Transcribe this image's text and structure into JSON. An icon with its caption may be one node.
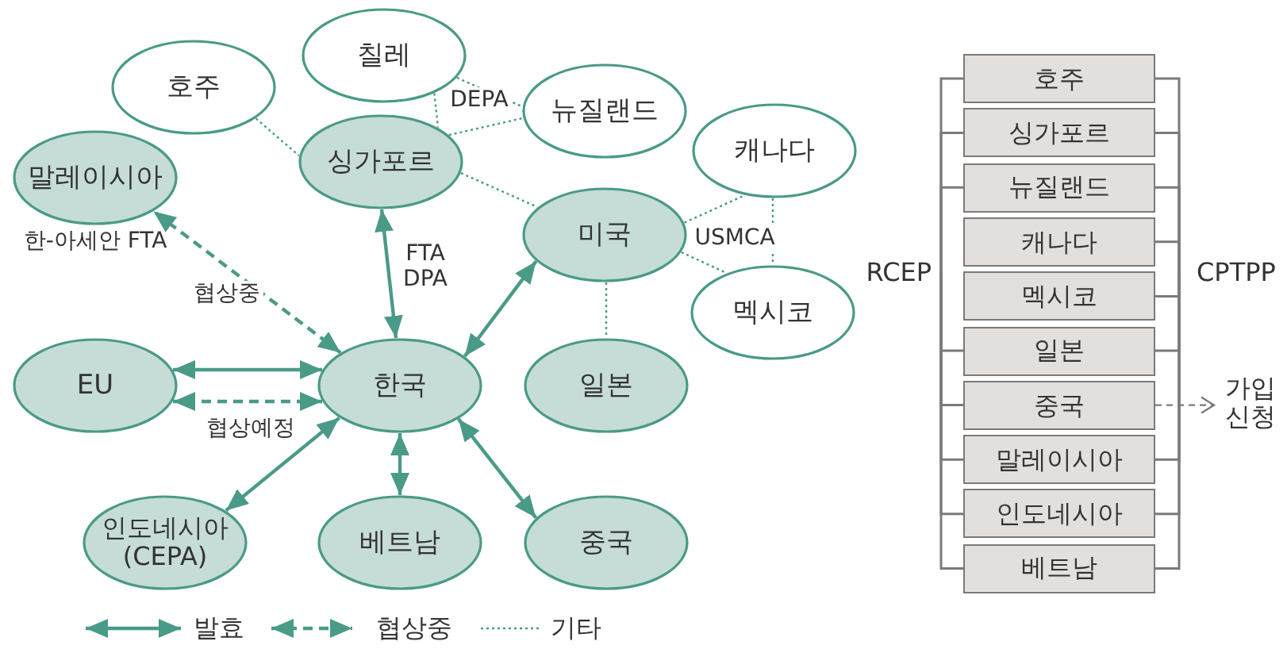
{
  "diagram": {
    "nodes": [
      {
        "text": [
          "칠레"
        ]
      },
      {
        "text": [
          "호주"
        ]
      },
      {
        "text": [
          "뉴질랜드"
        ]
      },
      {
        "text": [
          "말레이시아"
        ],
        "beside": [
          "한-아세안 FTA"
        ]
      },
      {
        "text": [
          "싱가포르"
        ]
      },
      {
        "text": [
          "캐나다"
        ]
      },
      {
        "text": [
          "미국"
        ]
      },
      {
        "text": [
          "멕시코"
        ]
      },
      {
        "text": [
          "EU"
        ]
      },
      {
        "text": [
          "한국"
        ]
      },
      {
        "text": [
          "일본"
        ]
      },
      {
        "text": [
          "인도네시아 (CEPA)"
        ]
      },
      {
        "text": [
          "베트남"
        ]
      },
      {
        "text": [
          "중국"
        ]
      },
      {
        "text": [
          "호주"
        ]
      },
      {
        "text": [
          "싱가포르"
        ]
      },
      {
        "text": [
          "뉴질랜드"
        ]
      },
      {
        "text": [
          "캐나다"
        ]
      },
      {
        "text": [
          "멕시코"
        ]
      },
      {
        "text": [
          "일본"
        ]
      },
      {
        "text": [
          "중국"
        ]
      },
      {
        "text": [
          "말레이시아"
        ]
      },
      {
        "text": [
          "인도네시아"
        ]
      },
      {
        "text": [
          "베트남"
        ]
      },
      {
        "text": [
          "RCEP"
        ]
      },
      {
        "text": [
          "CPTPP"
        ]
      },
      {
        "text": [
          "가입 신청"
        ]
      }
    ],
    "edges": [
      {
        "from": 1,
        "to": 4,
        "arrow": "none",
        "style": "dashed",
        "color": "#4a9a88"
      },
      {
        "from": 0,
        "to": 4,
        "arrow": "none",
        "style": "dashed",
        "color": "#4a9a88"
      },
      {
        "from": 0,
        "to": 2,
        "arrow": "none",
        "style": "dashed",
        "color": "#4a9a88"
      },
      {
        "from": 4,
        "to": 2,
        "arrow": "none",
        "style": "dashed",
        "color": "#4a9a88"
      },
      {
        "from": 4,
        "to": 6,
        "arrow": "none",
        "style": "dashed",
        "color": "#4a9a88"
      },
      {
        "from": 6,
        "to": 5,
        "arrow": "none",
        "style": "dashed",
        "color": "#4a9a88"
      },
      {
        "from": 6,
        "to": 7,
        "arrow": "none",
        "style": "dashed",
        "color": "#4a9a88"
      },
      {
        "from": 5,
        "to": 7,
        "arrow": "none",
        "style": "dashed",
        "color": "#4a9a88"
      },
      {
        "from": 6,
        "to": 10,
        "arrow": "none",
        "style": "dashed",
        "color": "#4a9a88"
      },
      {
        "from": 9,
        "to": 3,
        "arrow": "both",
        "style": "dashed",
        "color": "#4a9a88",
        "label": "협상중"
      },
      {
        "from": 9,
        "to": 4,
        "arrow": "both",
        "color": "#4a9a88",
        "label": "FTA DPA"
      },
      {
        "from": 9,
        "to": 6,
        "arrow": "both",
        "color": "#4a9a88"
      },
      {
        "from": 9,
        "to": 8,
        "arrow": "both",
        "color": "#4a9a88"
      },
      {
        "from": 9,
        "to": 8,
        "arrow": "both",
        "style": "dashed",
        "color": "#4a9a88",
        "label": "협상예정"
      },
      {
        "from": 9,
        "to": 11,
        "arrow": "both",
        "color": "#4a9a88"
      },
      {
        "from": 9,
        "to": 12,
        "arrow": "both",
        "color": "#4a9a88"
      },
      {
        "from": 9,
        "to": 13,
        "arrow": "both",
        "color": "#4a9a88"
      },
      {
        "from": 24,
        "to": 14,
        "arrow": "none"
      },
      {
        "from": 24,
        "to": 15,
        "arrow": "none"
      },
      {
        "from": 24,
        "to": 16,
        "arrow": "none"
      },
      {
        "from": 24,
        "to": 19,
        "arrow": "none"
      },
      {
        "from": 24,
        "to": 20,
        "arrow": "none"
      },
      {
        "from": 24,
        "to": 21,
        "arrow": "none"
      },
      {
        "from": 24,
        "to": 22,
        "arrow": "none"
      },
      {
        "from": 24,
        "to": 23,
        "arrow": "none"
      },
      {
        "from": 25,
        "to": 14,
        "arrow": "none"
      },
      {
        "from": 25,
        "to": 15,
        "arrow": "none"
      },
      {
        "from": 25,
        "to": 16,
        "arrow": "none"
      },
      {
        "from": 25,
        "to": 17,
        "arrow": "none"
      },
      {
        "from": 25,
        "to": 18,
        "arrow": "none"
      },
      {
        "from": 25,
        "to": 19,
        "arrow": "none"
      },
      {
        "from": 25,
        "to": 21,
        "arrow": "none"
      },
      {
        "from": 25,
        "to": 22,
        "arrow": "none"
      },
      {
        "from": 25,
        "to": 23,
        "arrow": "none"
      },
      {
        "from": 20,
        "to": 26,
        "arrow": "to",
        "style": "dashed"
      }
    ],
    "labels": [
      "DEPA",
      "USMCA"
    ],
    "legend": [
      {
        "text": "발효"
      },
      {
        "text": "협상중"
      },
      {
        "text": "기타"
      }
    ]
  }
}
